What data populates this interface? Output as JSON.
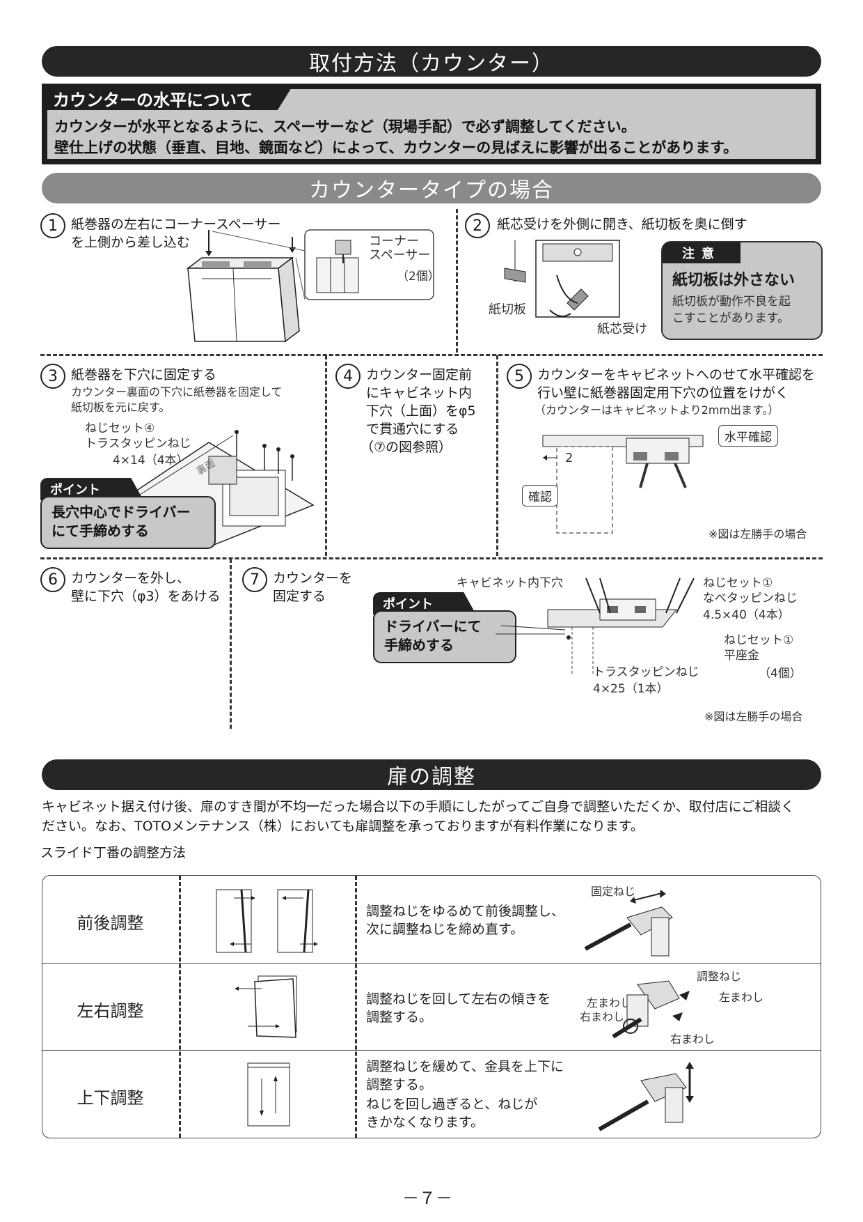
{
  "section1": {
    "title": "取付方法（カウンター）",
    "note_tab": "カウンターの水平について",
    "note_line1": "カウンターが水平となるように、スペーサーなど（現場手配）で必ず調整してください。",
    "note_line2": "壁仕上げの状態（垂直、目地、鏡面など）によって、カウンターの見ばえに影響が出ることがあります。"
  },
  "section2": {
    "title": "カウンタータイプの場合"
  },
  "steps": {
    "s1": {
      "num": "1",
      "line1": "紙巻器の左右にコーナースペーサー",
      "line2": "を上側から差し込む",
      "callout1": "コーナー",
      "callout2": "スペーサー",
      "qty": "（2個）"
    },
    "s2": {
      "num": "2",
      "line1": "紙芯受けを外側に開き、紙切板を奥に倒す",
      "label_a": "紙切板",
      "label_b": "紙芯受け"
    },
    "caution": {
      "tab": "注意",
      "head": "紙切板は外さない",
      "body1": "紙切板が動作不良を起",
      "body2": "こすことがあります。"
    },
    "s3": {
      "num": "3",
      "line1": "紙巻器を下穴に固定する",
      "sub1": "カウンター裏面の下穴に紙巻器を固定して",
      "sub2": "紙切板を元に戻す。",
      "screw1": "ねじセット④",
      "screw2": "トラスタッピンねじ",
      "screw3": "4×14（4本）",
      "back": "裏面",
      "point_label": "ポイント",
      "point1": "長穴中心でドライバー",
      "point2": "にて手締めする"
    },
    "s4": {
      "num": "4",
      "line1": "カウンター固定前",
      "line2": "にキャビネット内",
      "line3": "下穴（上面）をφ5",
      "line4": "で貫通穴にする",
      "line5": "（⑦の図参照）"
    },
    "s5": {
      "num": "5",
      "line1": "カウンターをキャビネットへのせて水平確認を",
      "line2": "行い壁に紙巻器固定用下穴の位置をけがく",
      "sub": "（カウンターはキャビネットより2mm出ます。）",
      "label_level": "水平確認",
      "label_check": "確認",
      "dim": "2",
      "note": "※図は左勝手の場合"
    },
    "s6": {
      "num": "6",
      "line1": "カウンターを外し、",
      "line2": "壁に下穴（φ3）をあける"
    },
    "s7": {
      "num": "7",
      "line1": "カウンターを",
      "line2": "固定する",
      "cab_hole": "キャビネット内下穴",
      "point_label": "ポイント",
      "point1": "ドライバーにて",
      "point2": "手締めする",
      "screw_a1": "ねじセット①",
      "screw_a2": "なべタッピンねじ",
      "screw_a3": "4.5×40（4本）",
      "screw_b1": "ねじセット①",
      "screw_b2": "平座金",
      "screw_b3": "（4個）",
      "screw_c1": "トラスタッピンねじ",
      "screw_c2": "4×25（1本）",
      "note": "※図は左勝手の場合"
    }
  },
  "section3": {
    "title": "扉の調整",
    "para1": "キャビネット据え付け後、扉のすき間が不均一だった場合以下の手順にしたがってご自身で調整いただくか、取付店にご相談く",
    "para2": "ださい。なお、TOTOメンテナンス（株）においても扉調整を承っておりますが有料作業になります。",
    "subhead": "スライド丁番の調整方法"
  },
  "table": {
    "rows": [
      {
        "label": "前後調整",
        "desc1": "調整ねじをゆるめて前後調整し、",
        "desc2": "次に調整ねじを締め直す。",
        "desc3": "",
        "desc4": "",
        "tag1": "固定ねじ"
      },
      {
        "label": "左右調整",
        "desc1": "調整ねじを回して左右の傾きを",
        "desc2": "調整する。",
        "desc3": "",
        "desc4": "",
        "tag1": "調整ねじ",
        "tag2": "左まわし",
        "tag3": "左まわし",
        "tag4": "右まわし",
        "tag5": "右まわし"
      },
      {
        "label": "上下調整",
        "desc1": "調整ねじを緩めて、金具を上下に",
        "desc2": "調整する。",
        "desc3": "ねじを回し過ぎると、ねじが",
        "desc4": "きかなくなります。"
      }
    ]
  },
  "footer": {
    "page": "－７－"
  }
}
